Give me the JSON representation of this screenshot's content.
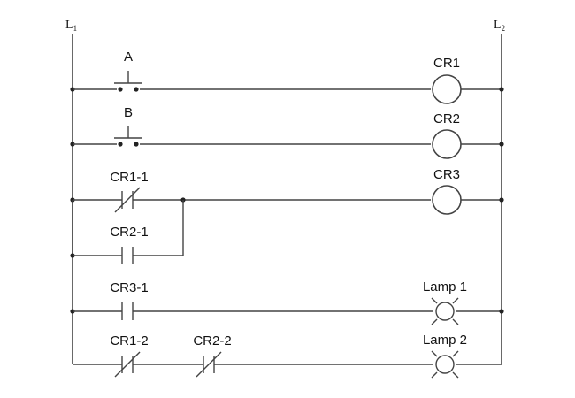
{
  "rails": {
    "left": {
      "letter": "L",
      "sub": "1"
    },
    "right": {
      "letter": "L",
      "sub": "2"
    }
  },
  "rungs": {
    "r1": {
      "contact": "A",
      "coil": "CR1"
    },
    "r2": {
      "contact": "B",
      "coil": "CR2"
    },
    "r3": {
      "contact": "CR1-1",
      "branch_contact": "CR2-1",
      "coil": "CR3"
    },
    "r4": {
      "contact": "CR3-1",
      "lamp": "Lamp 1"
    },
    "r5": {
      "contact_1": "CR1-2",
      "contact_2": "CR2-2",
      "lamp": "Lamp 2"
    }
  },
  "colors": {
    "wire": "#444444",
    "text": "#111111",
    "background": "#ffffff"
  }
}
